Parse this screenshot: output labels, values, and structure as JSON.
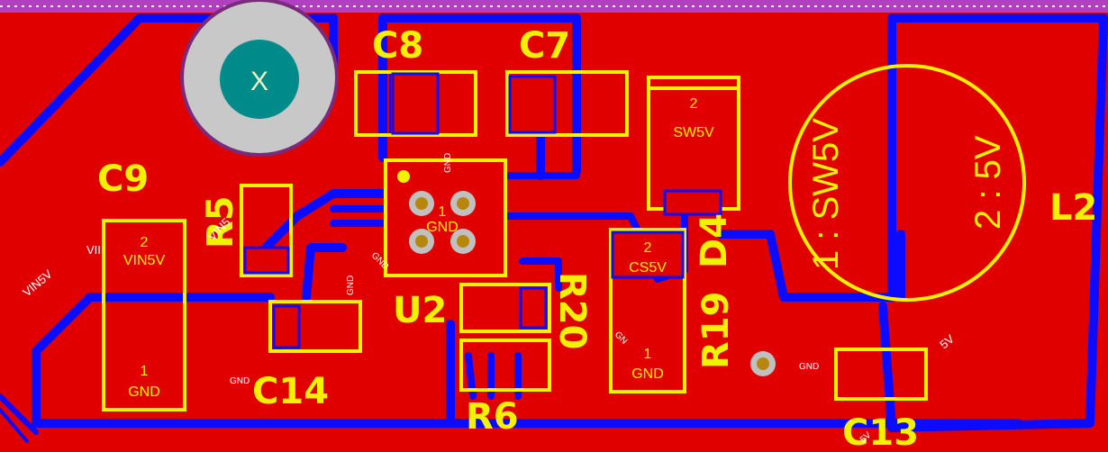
{
  "designators": {
    "c8": "C8",
    "c7": "C7",
    "c9": "C9",
    "r5": "R5",
    "u2": "U2",
    "r20": "R20",
    "r19": "R19",
    "d4": "D4",
    "l2": "L2",
    "c14": "C14",
    "r6": "R6",
    "c13": "C13"
  },
  "pads": {
    "c9_pad2": "2",
    "c9_net2": "VIN5V",
    "c9_pad1": "1",
    "c9_net1": "GND",
    "d4_pad2": "2",
    "d4_net2": "SW5V",
    "r19_pad2": "2",
    "r19_net2": "CS5V",
    "r19_pad1": "1",
    "r19_net1": "GND",
    "l2_pin1": "1 : SW5V",
    "l2_pin2": "2 : 5V",
    "u2_pin1": "1",
    "u2_center": "GND",
    "mount_hole": "X"
  },
  "net_labels": {
    "vin5v_left": "VIN5V",
    "vin_short": "VII",
    "vin_r5": "VIN5",
    "gnd_c14": "GND",
    "gnd_vertical": "GND",
    "gnd_u2_top": "GND",
    "gnd_u2_left": "GND",
    "gnd_via": "GND",
    "net_5v": "5V",
    "gnd_r20": "GN",
    "net_5v_bottom": "5V"
  },
  "colors": {
    "copper_top": "#e00000",
    "copper_bottom": "#0b0bff",
    "silkscreen": "#f2f200",
    "pad_gold": "#b8860b",
    "hole_teal": "#008b8b",
    "board_edge": "#b040c0"
  }
}
